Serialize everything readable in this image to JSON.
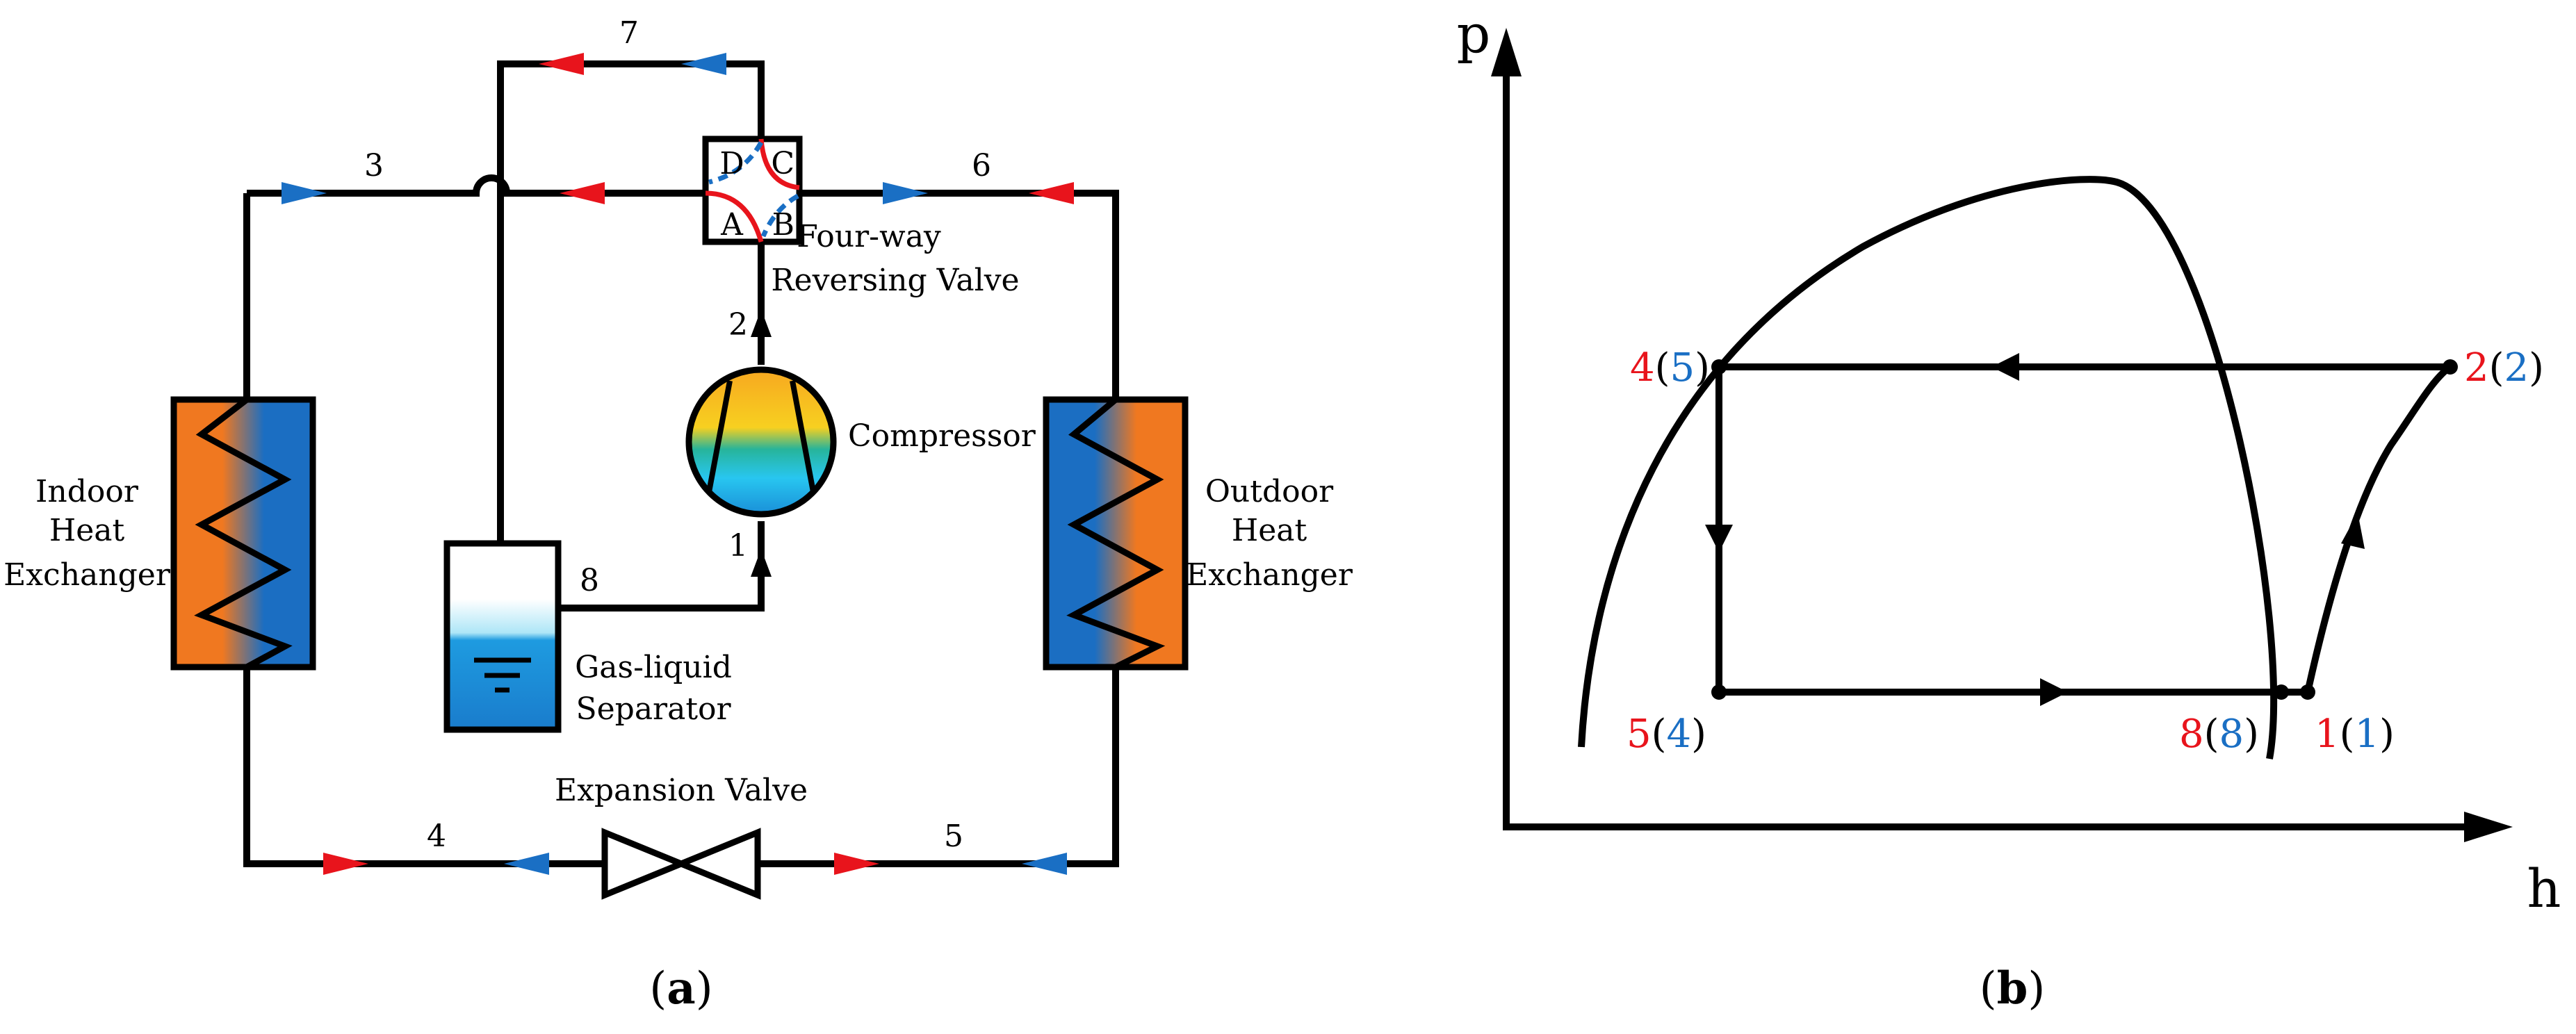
{
  "panel_a": {
    "label_open": "(",
    "label_letter": "a",
    "label_close": ")",
    "point_labels": {
      "p1": "1",
      "p2": "2",
      "p3": "3",
      "p4": "4",
      "p5": "5",
      "p6": "6",
      "p7": "7",
      "p8": "8"
    },
    "valve_ports": {
      "A": "A",
      "B": "B",
      "C": "C",
      "D": "D"
    },
    "components": {
      "indoor_hx": [
        "Indoor",
        "Heat",
        "Exchanger"
      ],
      "outdoor_hx": [
        "Outdoor",
        "Heat",
        "Exchanger"
      ],
      "compressor": "Compressor",
      "four_way_valve": [
        "Four-way",
        "Reversing Valve"
      ],
      "separator": [
        "Gas-liquid",
        "Separator"
      ],
      "expansion_valve": "Expansion Valve"
    }
  },
  "panel_b": {
    "label_open": "(",
    "label_letter": "b",
    "label_close": ")",
    "axis_y": "p",
    "axis_x": "h",
    "states": {
      "s2": {
        "red": "2",
        "blue_open": "(",
        "blue": "2",
        "blue_close": ")"
      },
      "s4": {
        "red": "4",
        "blue_open": "(",
        "blue": "5",
        "blue_close": ")"
      },
      "s5": {
        "red": "5",
        "blue_open": "(",
        "blue": "4",
        "blue_close": ")"
      },
      "s8": {
        "red": "8",
        "blue_open": "(",
        "blue": "8",
        "blue_close": ")"
      },
      "s1": {
        "red": "1",
        "blue_open": "(",
        "blue": "1",
        "blue_close": ")"
      }
    }
  },
  "colors": {
    "cooling_mode_red": "#e8141c",
    "heating_mode_blue": "#1a6fc4",
    "line": "#000000",
    "hx_hot": "#f07820",
    "hx_cold": "#1b6ec2"
  }
}
